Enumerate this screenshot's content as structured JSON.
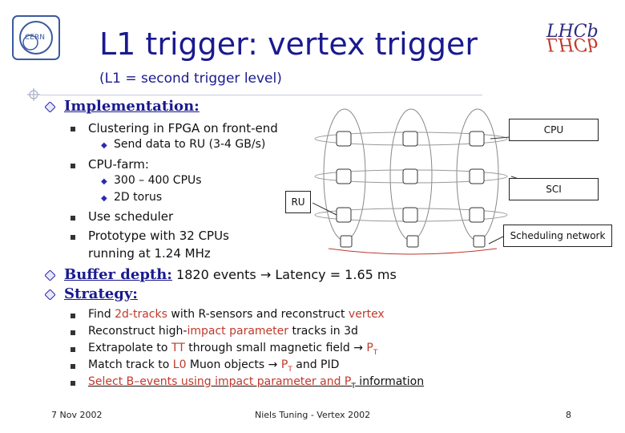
{
  "slide": {
    "title": "L1 trigger: vertex trigger",
    "subtitle": "(L1 = second trigger level)"
  },
  "logos": {
    "left": "cern-logo",
    "right": "lhcb-logo"
  },
  "implementation": {
    "heading": "Implementation:",
    "items": [
      {
        "text": "Clustering in FPGA on front-end",
        "sub": [
          "Send data to RU (3-4 GB/s)"
        ]
      },
      {
        "text": "CPU-farm:",
        "sub": [
          "300 – 400 CPUs",
          "2D torus"
        ]
      },
      {
        "text": "Use scheduler",
        "sub": []
      },
      {
        "text": "Prototype with 32 CPUs",
        "line2": "running at 1.24 MHz",
        "sub": []
      }
    ]
  },
  "buffer": {
    "label": "Buffer depth:",
    "value": "1820 events",
    "arrow": "→",
    "latency": "Latency = 1.65 ms"
  },
  "strategy": {
    "heading": "Strategy:",
    "items": [
      {
        "parts": [
          "Find ",
          "2d-tracks",
          " with R-sensors and reconstruct ",
          "vertex",
          ""
        ]
      },
      {
        "parts": [
          "Reconstruct high-",
          "impact parameter",
          " tracks in 3d"
        ]
      },
      {
        "parts": [
          "Extrapolate to ",
          "TT",
          " through small magnetic field ",
          "→",
          " P",
          "T"
        ]
      },
      {
        "parts": [
          "Match track to ",
          "L0",
          " Muon objects ",
          "→",
          " P",
          "T",
          " and PID"
        ]
      },
      {
        "parts": [
          "Select B–events using impact parameter and P",
          "T",
          " information"
        ]
      }
    ]
  },
  "diagram": {
    "labels": {
      "cpu": "CPU",
      "sci": "SCI",
      "ru": "RU",
      "scheduling": "Scheduling network"
    }
  },
  "footer": {
    "date": "7 Nov 2002",
    "author": "Niels Tuning - Vertex 2002",
    "page": "8"
  },
  "colors": {
    "title": "#1a1a90",
    "highlight": "#c0392b",
    "bullet": "#2a2ab0"
  }
}
